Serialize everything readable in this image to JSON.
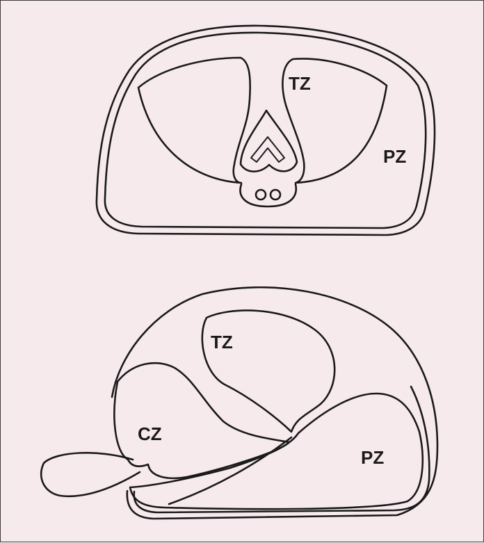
{
  "axial_section": {
    "label_tz": "TZ",
    "label_pz": "PZ"
  },
  "sagittal_section": {
    "label_tz": "TZ",
    "label_cz": "CZ",
    "label_pz": "PZ"
  }
}
